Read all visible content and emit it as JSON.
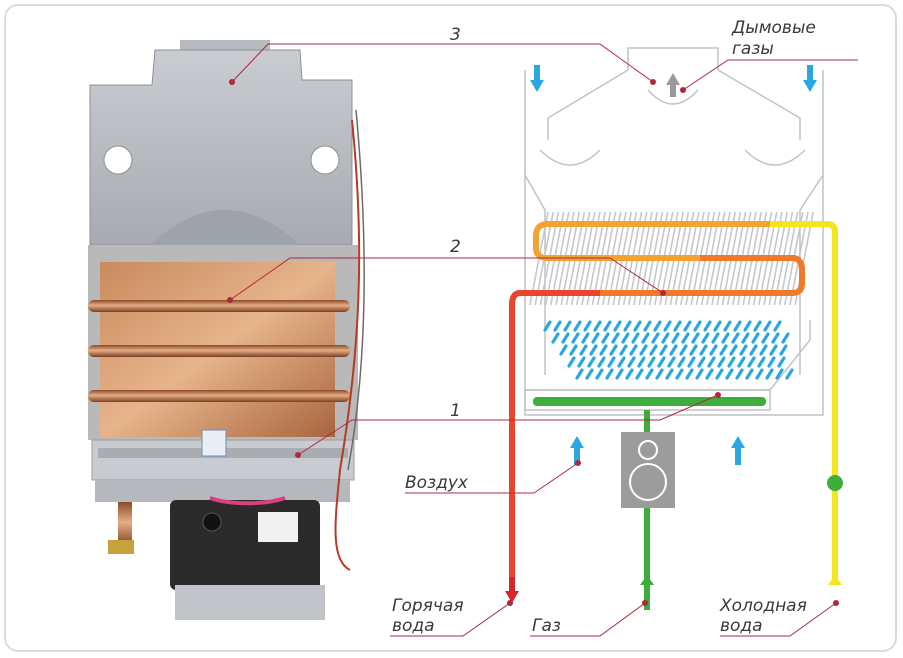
{
  "numbers": {
    "burner": "1",
    "heat_exchanger": "2",
    "flue_hood": "3"
  },
  "labels": {
    "flue_gases": [
      "Дымовые",
      "газы"
    ],
    "air": "Воздух",
    "hot_water": [
      "Горячая",
      "вода"
    ],
    "gas": "Газ",
    "cold_water": [
      "Холодная",
      "вода"
    ]
  },
  "colors": {
    "hot_water": "#e8452c",
    "cold_water": "#f4e61d",
    "gas": "#3dae3c",
    "air": "#2aa6e0",
    "flue": "#9a9a9a",
    "leader": "#b0283c",
    "exchanger_mid": "#f3a234"
  }
}
